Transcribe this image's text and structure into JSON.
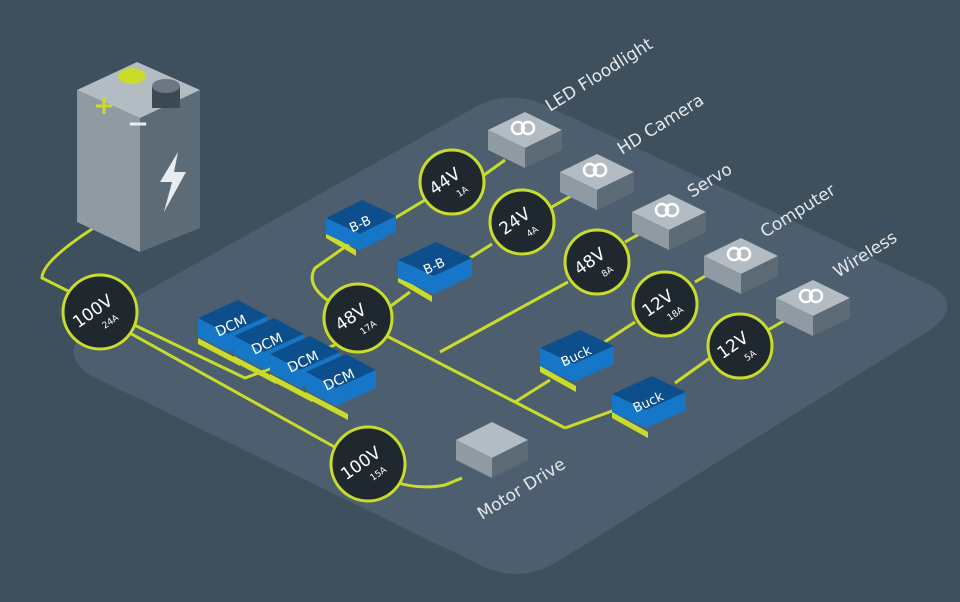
{
  "colors": {
    "background": "#3e4f5e",
    "platform": "#4d5f6f",
    "wire": "#c9dc2c",
    "block_blue": "#1677c8",
    "block_side": "#0d4f8c",
    "node_fill": "#20282f",
    "device": "#8f9aa3"
  },
  "battery": {
    "plus": "+",
    "minus": "−",
    "icon": "lightning-bolt-icon"
  },
  "nodes": {
    "main": {
      "voltage": "100V",
      "current": "24A"
    },
    "motor_feed": {
      "voltage": "100V",
      "current": "15A"
    },
    "bus48": {
      "voltage": "48V",
      "current": "17A"
    },
    "led": {
      "voltage": "44V",
      "current": "1A"
    },
    "camera": {
      "voltage": "24V",
      "current": "4A"
    },
    "servo": {
      "voltage": "48V",
      "current": "8A"
    },
    "computer": {
      "voltage": "12V",
      "current": "18A"
    },
    "wireless": {
      "voltage": "12V",
      "current": "5A"
    }
  },
  "converters": {
    "dcm": [
      "DCM",
      "DCM",
      "DCM",
      "DCM"
    ],
    "bb1": "B-B",
    "bb2": "B-B",
    "buck1": "Buck",
    "buck2": "Buck"
  },
  "loads": {
    "led": "LED Floodlight",
    "camera": "HD Camera",
    "servo": "Servo",
    "computer": "Computer",
    "wireless": "Wireless",
    "motor": "Motor Drive"
  }
}
